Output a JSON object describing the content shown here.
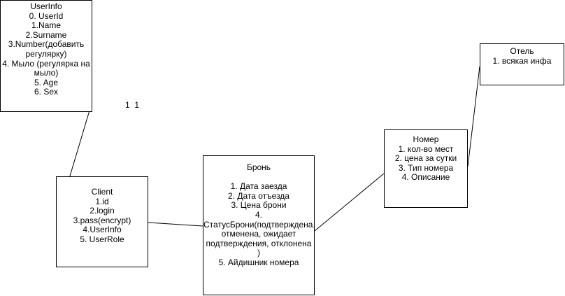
{
  "diagram": {
    "line_color": "#000000",
    "multiplicity_label": "1  1",
    "boxes": {
      "userinfo": {
        "lines": [
          "UserInfo",
          "0. UserId",
          "1.Name",
          "2.Surname",
          "3.Number(добавить",
          "регулярку)",
          "4. Мыло (регулярка на",
          "мыло)",
          "5. Age",
          "6. Sex"
        ]
      },
      "client": {
        "lines": [
          "Client",
          "1.id",
          "2.login",
          "3.pass(encrypt)",
          "4.UserInfo",
          "5. UserRole"
        ]
      },
      "bron": {
        "title": "Бронь",
        "lines": [
          "1. Дата заезда",
          "2. Дата отъезда",
          "3. Цена брони",
          "4.",
          "СтатусБрони(подтверждена,",
          "отменена, ожидает",
          "подтверждения, отклонена",
          ")",
          "5. Айдишник номера"
        ]
      },
      "nomer": {
        "lines": [
          "Номер",
          "1. кол-во мест",
          "2. цена за сутки",
          "3. Тип номера",
          "4. Описание"
        ]
      },
      "otel": {
        "lines": [
          "Отель",
          "1. всякая инфа"
        ]
      }
    },
    "connectors": [
      {
        "from": "client",
        "to": "userinfo"
      },
      {
        "from": "client",
        "to": "bron"
      },
      {
        "from": "bron",
        "to": "nomer"
      },
      {
        "from": "nomer",
        "to": "otel"
      }
    ]
  }
}
